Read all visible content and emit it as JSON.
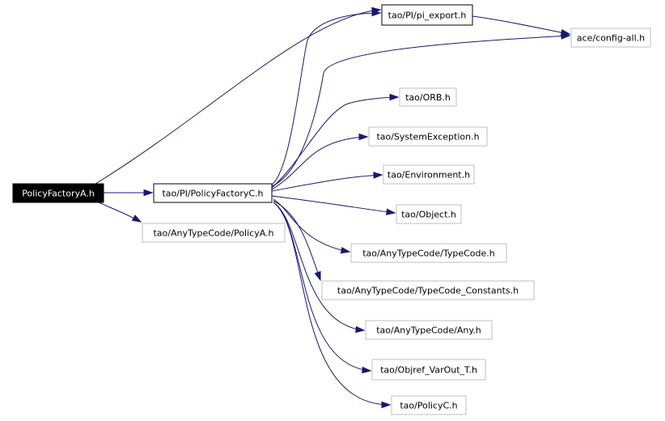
{
  "diagram": {
    "nodes": [
      {
        "id": "policyfactorya",
        "label": "PolicyFactoryA.h",
        "style": "root"
      },
      {
        "id": "policyfactoryc",
        "label": "tao/PI/PolicyFactoryC.h",
        "style": "framed"
      },
      {
        "id": "policya",
        "label": "tao/AnyTypeCode/PolicyA.h",
        "style": "plain"
      },
      {
        "id": "pi_export",
        "label": "tao/PI/pi_export.h",
        "style": "framed"
      },
      {
        "id": "config_all",
        "label": "ace/config-all.h",
        "style": "plain"
      },
      {
        "id": "orb",
        "label": "tao/ORB.h",
        "style": "plain"
      },
      {
        "id": "systemexception",
        "label": "tao/SystemException.h",
        "style": "plain"
      },
      {
        "id": "environment",
        "label": "tao/Environment.h",
        "style": "plain"
      },
      {
        "id": "object",
        "label": "tao/Object.h",
        "style": "plain"
      },
      {
        "id": "typecode",
        "label": "tao/AnyTypeCode/TypeCode.h",
        "style": "plain"
      },
      {
        "id": "typecode_constants",
        "label": "tao/AnyTypeCode/TypeCode_Constants.h",
        "style": "plain"
      },
      {
        "id": "any",
        "label": "tao/AnyTypeCode/Any.h",
        "style": "plain"
      },
      {
        "id": "objref_varout",
        "label": "tao/Objref_VarOut_T.h",
        "style": "plain"
      },
      {
        "id": "policyc",
        "label": "tao/PolicyC.h",
        "style": "plain"
      }
    ],
    "edges": [
      {
        "from": "policyfactorya",
        "to": "pi_export"
      },
      {
        "from": "policyfactorya",
        "to": "policyfactoryc"
      },
      {
        "from": "policyfactorya",
        "to": "policya"
      },
      {
        "from": "pi_export",
        "to": "config_all"
      },
      {
        "from": "policyfactoryc",
        "to": "pi_export"
      },
      {
        "from": "policyfactoryc",
        "to": "config_all"
      },
      {
        "from": "policyfactoryc",
        "to": "orb"
      },
      {
        "from": "policyfactoryc",
        "to": "systemexception"
      },
      {
        "from": "policyfactoryc",
        "to": "environment"
      },
      {
        "from": "policyfactoryc",
        "to": "object"
      },
      {
        "from": "policyfactoryc",
        "to": "typecode"
      },
      {
        "from": "policyfactoryc",
        "to": "typecode_constants"
      },
      {
        "from": "policyfactoryc",
        "to": "any"
      },
      {
        "from": "policyfactoryc",
        "to": "objref_varout"
      },
      {
        "from": "policyfactoryc",
        "to": "policyc"
      }
    ],
    "colors": {
      "edge": "#191970",
      "root_fill": "#000000",
      "root_text": "#ffffff",
      "framed_border": "#000000",
      "plain_border": "#bfbfbf"
    }
  }
}
